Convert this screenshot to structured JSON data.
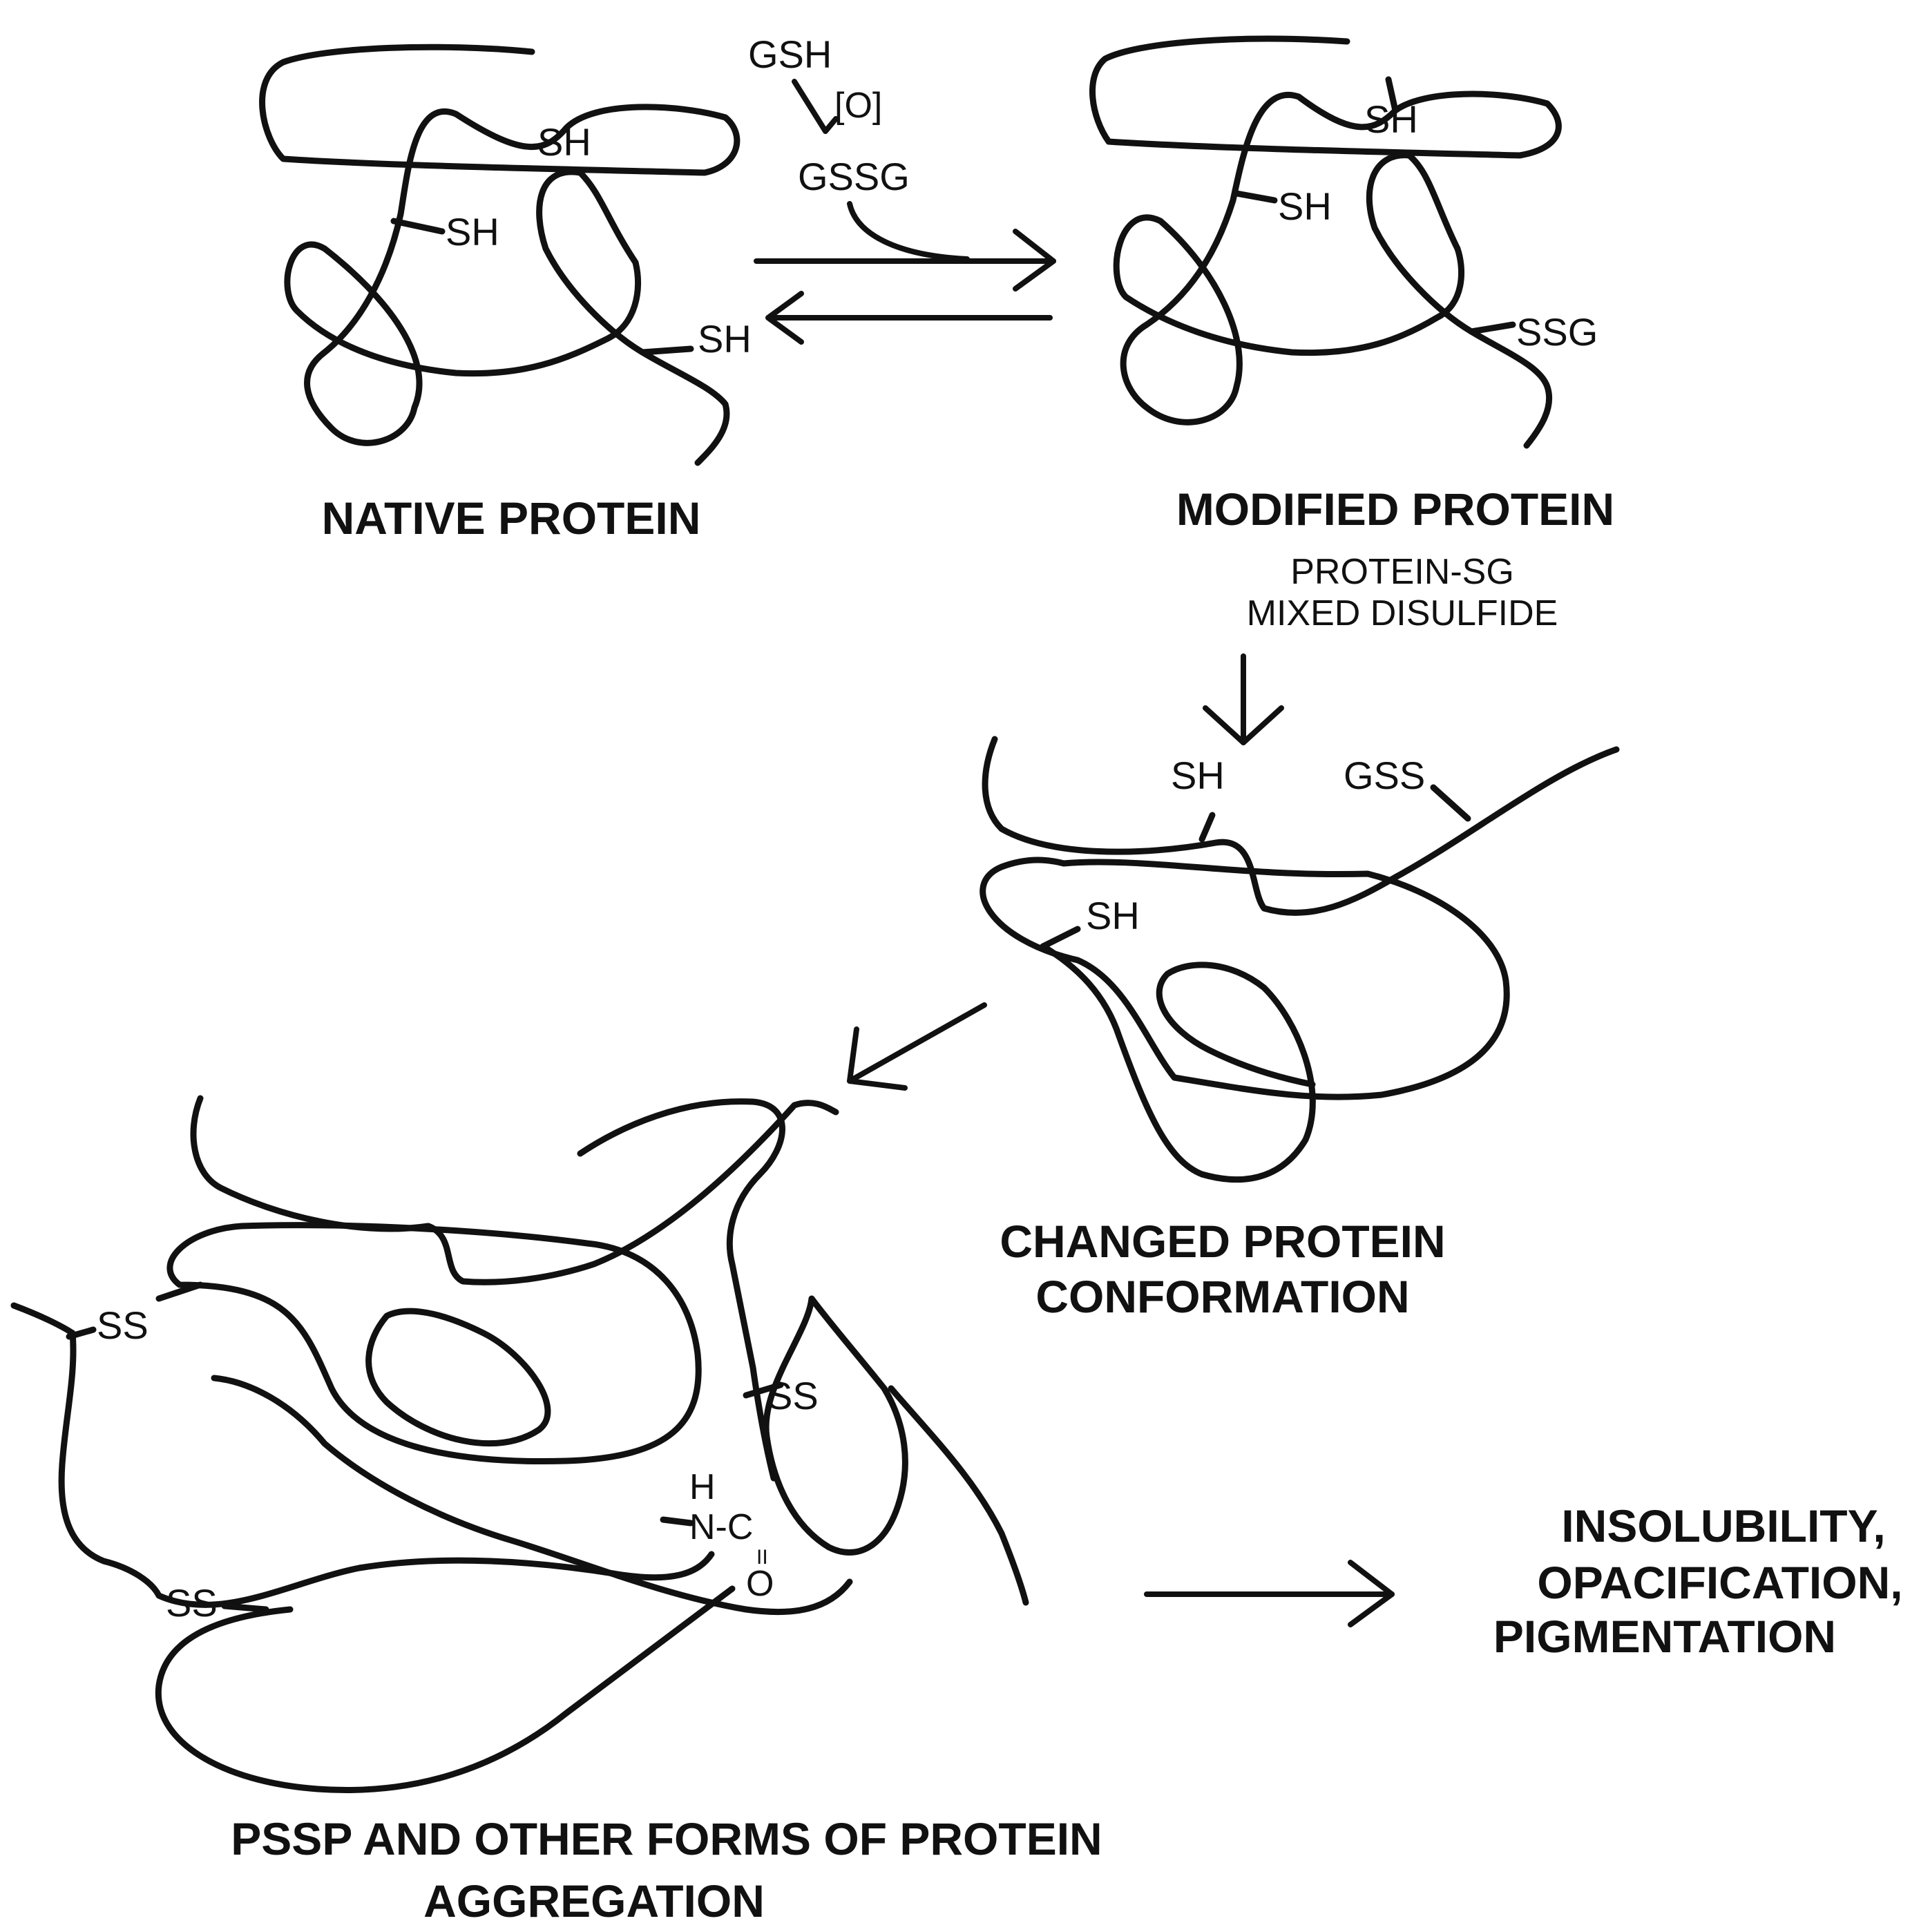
{
  "reagents": {
    "gsh": "GSH",
    "oxidant": "[O]",
    "gssg": "GSSG"
  },
  "native_protein": {
    "title": "NATIVE PROTEIN",
    "groups": [
      "SH",
      "SH",
      "SH"
    ]
  },
  "modified_protein": {
    "title": "MODIFIED PROTEIN",
    "subtitle_line1": "PROTEIN-SG",
    "subtitle_line2": "MIXED DISULFIDE",
    "groups": [
      "SH",
      "SH",
      "SSG"
    ]
  },
  "changed_protein": {
    "title_line1": "CHANGED PROTEIN",
    "title_line2": "CONFORMATION",
    "groups": [
      "SH",
      "GSS",
      "SH"
    ]
  },
  "aggregate": {
    "title_line1": "PSSP AND OTHER FORMS OF PROTEIN",
    "title_line2": "AGGREGATION",
    "groups": [
      "SS",
      "SS",
      "SS"
    ],
    "crosslink": {
      "h": "H",
      "n": "N-C",
      "dbl": "II",
      "o": "O"
    }
  },
  "outcome": {
    "line1": "INSOLUBILITY,",
    "line2": "OPACIFICATION,",
    "line3": "PIGMENTATION"
  }
}
